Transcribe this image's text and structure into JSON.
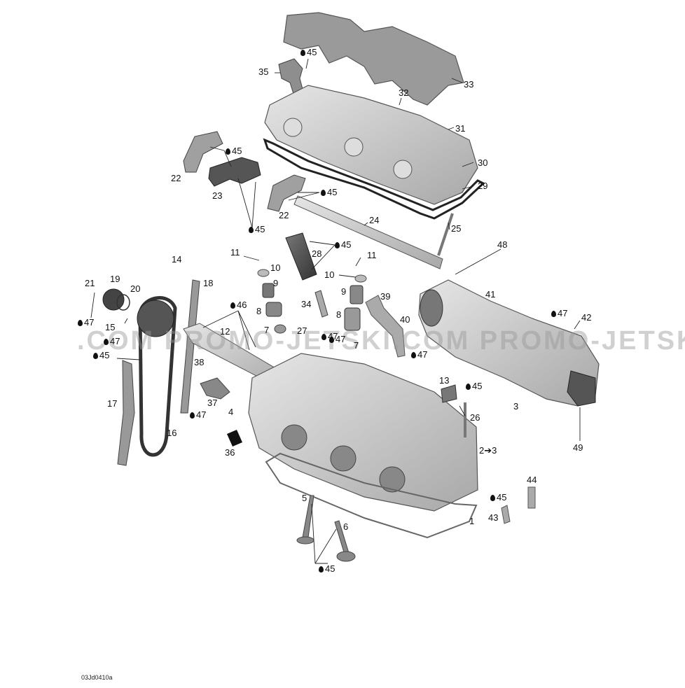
{
  "diagram": {
    "watermark": ".COM PROMO-JETSKI.COM PROMO-JETSKI",
    "code": "03Jd0410a",
    "callouts": [
      {
        "id": "1",
        "text": "1",
        "lube": false
      },
      {
        "id": "2to3",
        "text": "2➔3",
        "lube": false
      },
      {
        "id": "3",
        "text": "3",
        "lube": false
      },
      {
        "id": "4",
        "text": "4",
        "lube": false
      },
      {
        "id": "5",
        "text": "5",
        "lube": false
      },
      {
        "id": "6",
        "text": "6",
        "lube": false
      },
      {
        "id": "7a",
        "text": "7",
        "lube": false
      },
      {
        "id": "7b",
        "text": "7",
        "lube": false
      },
      {
        "id": "8a",
        "text": "8",
        "lube": false
      },
      {
        "id": "8b",
        "text": "8",
        "lube": false
      },
      {
        "id": "9a",
        "text": "9",
        "lube": false
      },
      {
        "id": "9b",
        "text": "9",
        "lube": false
      },
      {
        "id": "10a",
        "text": "10",
        "lube": false
      },
      {
        "id": "10b",
        "text": "10",
        "lube": false
      },
      {
        "id": "11a",
        "text": "11",
        "lube": false
      },
      {
        "id": "11b",
        "text": "11",
        "lube": false
      },
      {
        "id": "12",
        "text": "12",
        "lube": false
      },
      {
        "id": "13",
        "text": "13",
        "lube": false
      },
      {
        "id": "14",
        "text": "14",
        "lube": false
      },
      {
        "id": "15",
        "text": "15",
        "lube": false
      },
      {
        "id": "16",
        "text": "16",
        "lube": false
      },
      {
        "id": "17",
        "text": "17",
        "lube": false
      },
      {
        "id": "18",
        "text": "18",
        "lube": false
      },
      {
        "id": "19",
        "text": "19",
        "lube": false
      },
      {
        "id": "20",
        "text": "20",
        "lube": false
      },
      {
        "id": "21",
        "text": "21",
        "lube": false
      },
      {
        "id": "22a",
        "text": "22",
        "lube": false
      },
      {
        "id": "22b",
        "text": "22",
        "lube": false
      },
      {
        "id": "23",
        "text": "23",
        "lube": false
      },
      {
        "id": "24",
        "text": "24",
        "lube": false
      },
      {
        "id": "25",
        "text": "25",
        "lube": false
      },
      {
        "id": "26",
        "text": "26",
        "lube": false
      },
      {
        "id": "27",
        "text": "27",
        "lube": false
      },
      {
        "id": "28",
        "text": "28",
        "lube": false
      },
      {
        "id": "29",
        "text": "29",
        "lube": false
      },
      {
        "id": "30",
        "text": "30",
        "lube": false
      },
      {
        "id": "31",
        "text": "31",
        "lube": false
      },
      {
        "id": "32",
        "text": "32",
        "lube": false
      },
      {
        "id": "33",
        "text": "33",
        "lube": false
      },
      {
        "id": "34",
        "text": "34",
        "lube": false
      },
      {
        "id": "35",
        "text": "35",
        "lube": false
      },
      {
        "id": "36",
        "text": "36",
        "lube": false
      },
      {
        "id": "37",
        "text": "37",
        "lube": false
      },
      {
        "id": "38",
        "text": "38",
        "lube": false
      },
      {
        "id": "39",
        "text": "39",
        "lube": false
      },
      {
        "id": "40",
        "text": "40",
        "lube": false
      },
      {
        "id": "41",
        "text": "41",
        "lube": false
      },
      {
        "id": "42",
        "text": "42",
        "lube": false
      },
      {
        "id": "43",
        "text": "43",
        "lube": false
      },
      {
        "id": "44",
        "text": "44",
        "lube": false
      },
      {
        "id": "48",
        "text": "48",
        "lube": false
      },
      {
        "id": "49",
        "text": "49",
        "lube": false
      },
      {
        "id": "l45a",
        "text": "45",
        "lube": true
      },
      {
        "id": "l45b",
        "text": "45",
        "lube": true
      },
      {
        "id": "l45c",
        "text": "45",
        "lube": true
      },
      {
        "id": "l45d",
        "text": "45",
        "lube": true
      },
      {
        "id": "l45e",
        "text": "45",
        "lube": true
      },
      {
        "id": "l45f",
        "text": "45",
        "lube": true
      },
      {
        "id": "l45g",
        "text": "45",
        "lube": true
      },
      {
        "id": "l45h",
        "text": "45",
        "lube": true
      },
      {
        "id": "l46",
        "text": "46",
        "lube": true
      },
      {
        "id": "l47a",
        "text": "47",
        "lube": true
      },
      {
        "id": "l47b",
        "text": "47",
        "lube": true
      },
      {
        "id": "l47c",
        "text": "47",
        "lube": true
      },
      {
        "id": "l47d",
        "text": "47",
        "lube": true
      },
      {
        "id": "l47e",
        "text": "47",
        "lube": true
      },
      {
        "id": "l47f",
        "text": "47",
        "lube": true
      },
      {
        "id": "l47g",
        "text": "47",
        "lube": true
      },
      {
        "id": "l45i",
        "text": "45",
        "lube": true
      }
    ]
  }
}
